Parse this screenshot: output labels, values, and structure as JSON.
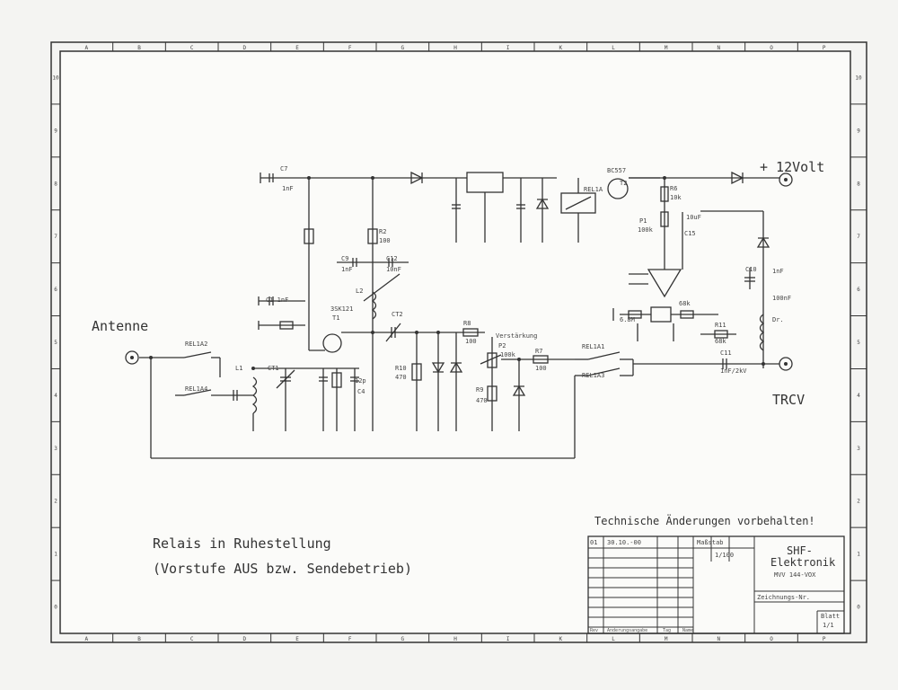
{
  "border": {
    "columns": [
      "A",
      "B",
      "C",
      "D",
      "E",
      "F",
      "G",
      "H",
      "I",
      "K",
      "L",
      "M",
      "N",
      "O",
      "P"
    ],
    "rows": [
      "10",
      "9",
      "8",
      "7",
      "6",
      "5",
      "4",
      "3",
      "2",
      "1",
      "0"
    ]
  },
  "labels": {
    "antenna": "Antenne",
    "supply": "+ 12Volt",
    "trcv": "TRCV",
    "note_title": "Relais in Ruhestellung",
    "note_sub": "(Vorstufe AUS bzw. Sendebetrieb)",
    "disclaimer": "Technische Änderungen vorbehalten!"
  },
  "components": {
    "rel1a2": "REL1A2",
    "rel1a4": "REL1A4",
    "rel1a1": "REL1A1",
    "rel1a3": "REL1A3",
    "rel1a": "REL1A",
    "l1": "L1",
    "l2": "L2",
    "ct1": "CT1",
    "ct2": "CT2",
    "r2": "R2",
    "r2v": "100",
    "c9": "C9",
    "c9v": "1nF",
    "c12": "C12",
    "c12v": "10nF",
    "c7": "C7",
    "c7v": "1nF",
    "c1": "C1 1nF",
    "t1": "3SK121",
    "t1b": "T1",
    "c4": "C4",
    "c4v": "12p",
    "r10": "R10",
    "r10v": "470",
    "r8": "R8",
    "r8v": "100",
    "gain": "Verstärkung",
    "p2": "P2",
    "p2v": "100k",
    "r7": "R7",
    "r7v": "100",
    "r9": "R9",
    "r9v": "470",
    "r6": "R6",
    "r6v": "10k",
    "p1": "P1",
    "p1v": "100k",
    "c15": "C15",
    "c15v": "10uF",
    "c10": "C10",
    "c10v": "1nF",
    "c8v": "100nF",
    "dr": "Dr.",
    "c11": "C11",
    "c11v": "1nF/2kV",
    "bc557": "BC557",
    "t2": "T2",
    "r11": "R11",
    "r11v": "68k",
    "r5v": "6.8M",
    "r4v": "68k"
  },
  "title_block": {
    "company1": "SHF-",
    "company2": "Elektronik",
    "drawing": "MVV 144-VOX",
    "rev": "01",
    "date": "30.10.-00",
    "sheet": "1/1",
    "sheet_label": "Blatt",
    "bottom_cells": [
      "Rev",
      "Änderungsangabe",
      "Tag",
      "Name"
    ],
    "drawing_no_label": "Zeichnungs-Nr.",
    "scale": "1/100",
    "scale_label": "Maßstab"
  }
}
